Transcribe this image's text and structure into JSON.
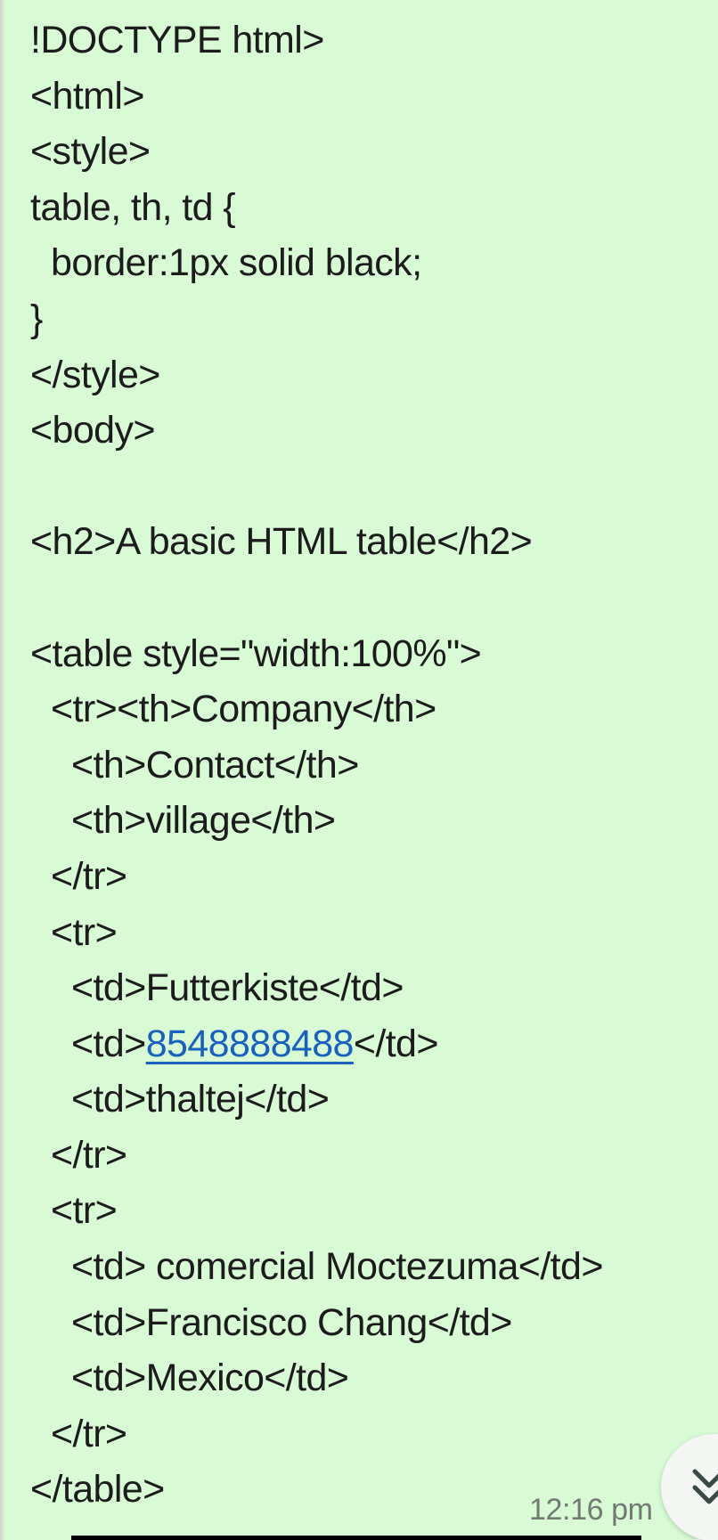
{
  "message": {
    "line1": "!DOCTYPE html>",
    "line2": "<html>",
    "line3": "<style>",
    "line4": "table, th, td {",
    "line5": "border:1px solid black;",
    "line6": "}",
    "line7": "</style>",
    "line8": "<body>",
    "line9": "",
    "line10": "<h2>A basic HTML table</h2>",
    "line11": "",
    "line12": "<table style=\"width:100%\">",
    "line13": "<tr><th>Company</th>",
    "line14": "<th>Contact</th>",
    "line15": "<th>village</th>",
    "line16": "</tr>",
    "line17": "<tr>",
    "line18": "<td>Futterkiste</td>",
    "line19_prefix": "<td>",
    "line19_link": "8548888488",
    "line19_suffix": "</td>",
    "line20": "<td>thaltej</td>",
    "line21": "</tr>",
    "line22": "<tr>",
    "line23": "<td> comercial Moctezuma</td>",
    "line24": "<td>Francisco Chang</td>",
    "line25": "<td>Mexico</td>",
    "line26": "</tr>",
    "line27": "</table>"
  },
  "timestamp": "12:16 pm",
  "status_icon": "double-check-icon",
  "scroll_icon": "double-chevron-down-icon",
  "colors": {
    "bubble": "#d8fad5",
    "text": "#1c1c1c",
    "link": "#1a61bd",
    "timestamp": "#717b72"
  }
}
